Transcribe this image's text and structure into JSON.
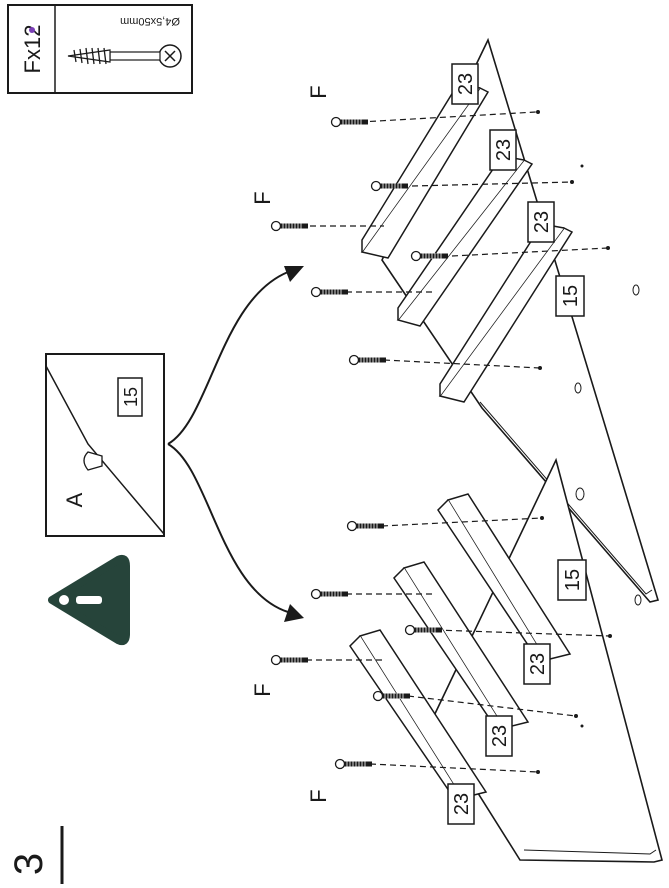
{
  "step": {
    "number": "3"
  },
  "hardware_box": {
    "qty_label": "Fx12",
    "spec_label": "Ø4,5x50mm",
    "screw_icon": "screw-icon"
  },
  "warning": {
    "icon": "exclamation-triangle-icon",
    "detail_label_letter": "A",
    "detail_panel_label": "15"
  },
  "assemblies": {
    "bottom": {
      "panel_label": "15",
      "rail_labels": [
        "23",
        "23",
        "23"
      ],
      "screw_letters": [
        "F",
        "F"
      ]
    },
    "top": {
      "panel_label": "15",
      "rail_labels": [
        "23",
        "23",
        "23"
      ],
      "screw_letters": [
        "F",
        "F"
      ]
    }
  },
  "colors": {
    "ink": "#1a1a1a",
    "warning_fill": "#26443a",
    "marker": "#7a3fb5"
  }
}
